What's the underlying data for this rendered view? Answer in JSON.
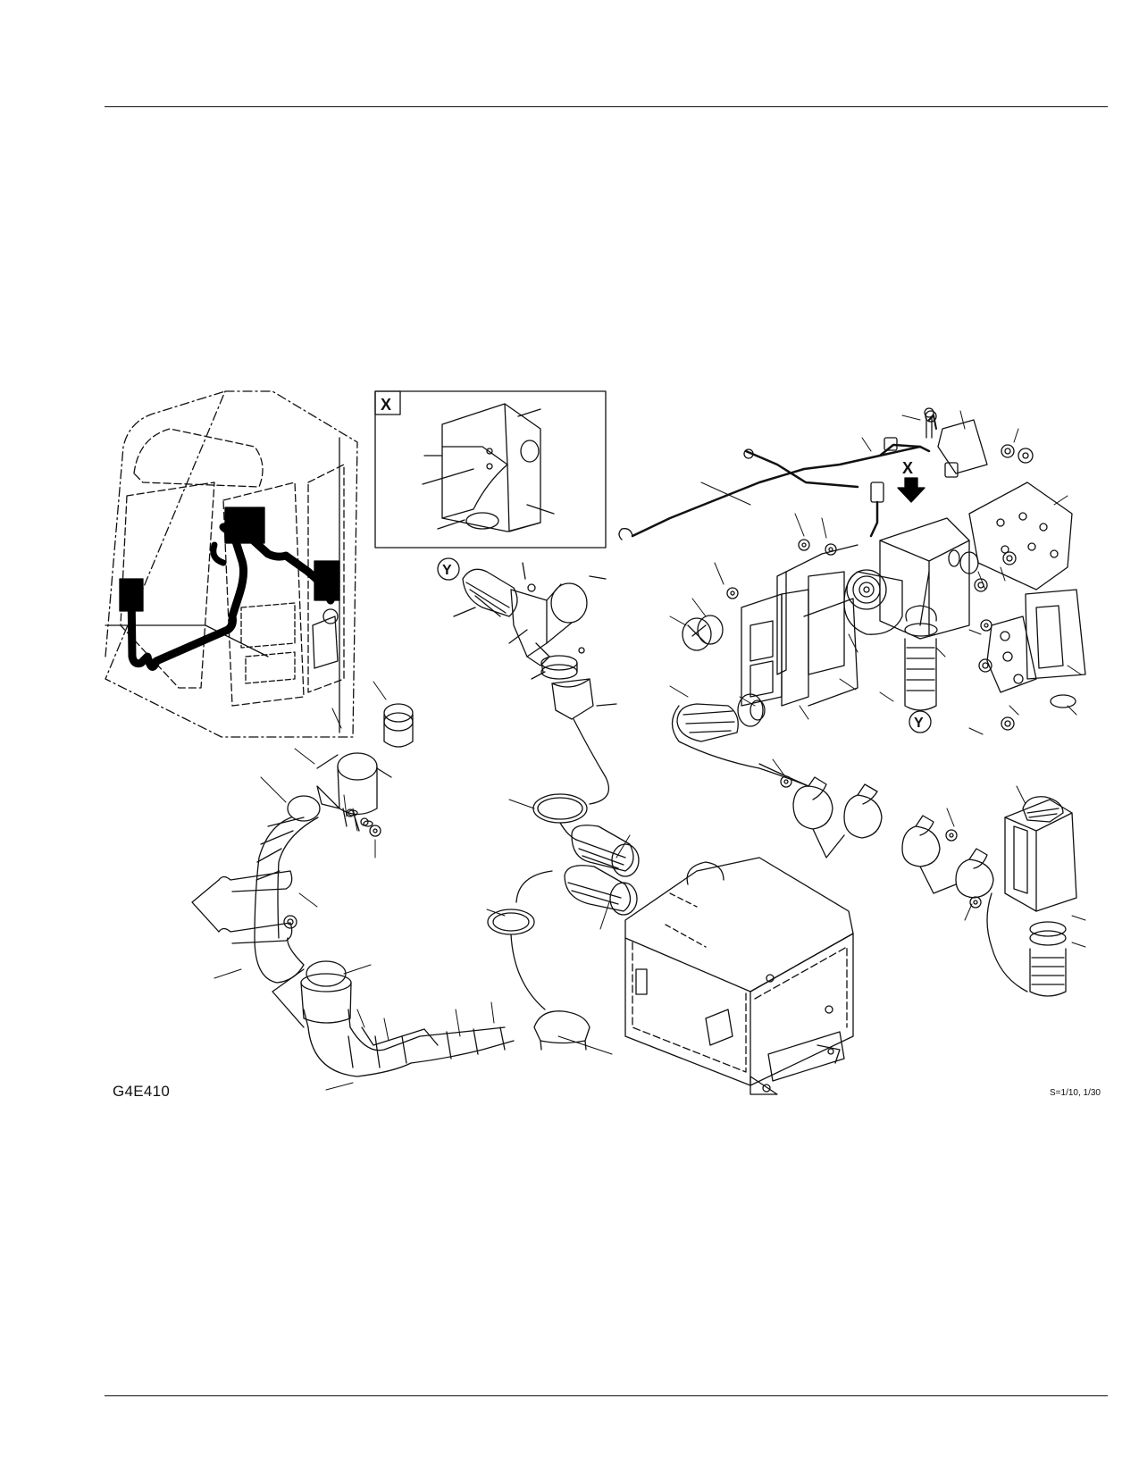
{
  "figure": {
    "code": "G4E410",
    "scale_note": "S=1/10, 1/30"
  },
  "detail_callouts": {
    "x_inset_label": "X",
    "x_arrow_label": "X",
    "y_label_left": "Y",
    "y_label_right": "Y"
  }
}
